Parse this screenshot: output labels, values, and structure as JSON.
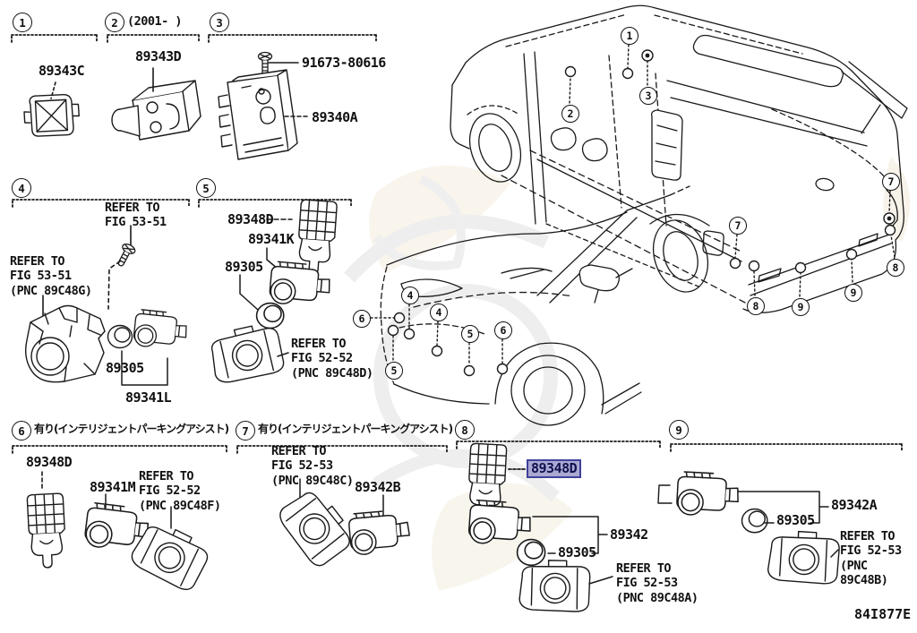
{
  "diagram_code": "84I877E",
  "colors": {
    "line": "#1a1a1a",
    "highlight_bg": "#a9a9d2",
    "highlight_border": "#41419b",
    "watermark_gray": "#ececec",
    "watermark_beige": "#f2ead9"
  },
  "callouts": {
    "c1": "1",
    "c2": "2",
    "c3": "3",
    "c4": "4",
    "c5": "5",
    "c6": "6",
    "c7": "7",
    "c8": "8",
    "c9": "9"
  },
  "notes": {
    "s2_year": "(2001-     )",
    "s6_option": "有り(インテリジェントパーキングアシスト)",
    "s7_option": "有り(インテリジェントパーキングアシスト)"
  },
  "labels": {
    "s1_part": "89343C",
    "s2_part": "89343D",
    "s3_screw": "91673-80616",
    "s3_part": "89340A",
    "s4_refer_top": "REFER TO\nFIG 53-51",
    "s4_refer_left": "REFER TO\nFIG 53-51\n(PNC 89C48G)",
    "s4_retainer": "89305",
    "s4_sensor": "89341L",
    "s5_bracket": "89348D",
    "s5_sensor": "89341K",
    "s5_retainer": "89305",
    "s5_refer": "REFER TO\nFIG 52-52\n(PNC 89C48D)",
    "s6_bracket": "89348D",
    "s6_sensor": "89341M",
    "s6_refer": "REFER TO\nFIG 52-52\n(PNC 89C48F)",
    "s7_refer": "REFER TO\nFIG 52-53\n(PNC 89C48C)",
    "s7_sensor": "89342B",
    "s8_bracket_highlighted": "89348D",
    "s8_assy": "89342",
    "s8_retainer": "89305",
    "s8_refer": "REFER TO\nFIG 52-53\n(PNC 89C48A)",
    "s9_assy": "89342A",
    "s9_retainer": "89305",
    "s9_refer": "REFER TO\nFIG 52-53\n(PNC 89C48B)"
  }
}
